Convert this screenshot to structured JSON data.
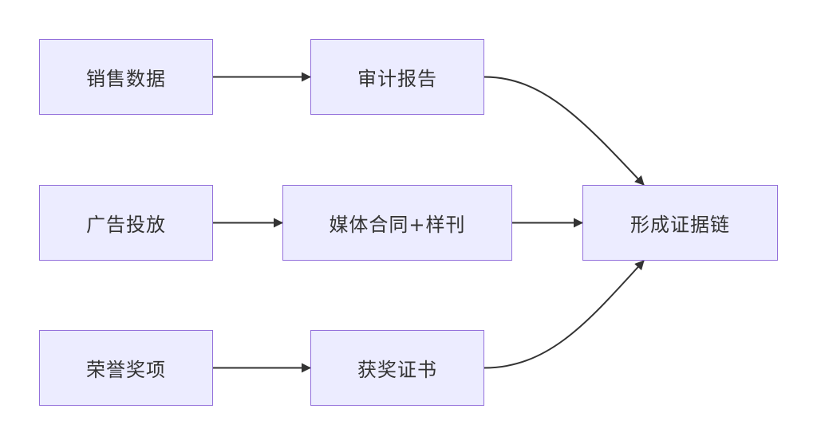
{
  "diagram": {
    "nodes": {
      "sales_data": "销售数据",
      "audit_report": "审计报告",
      "ad_placement": "广告投放",
      "media_contract": "媒体合同+样刊",
      "evidence_chain": "形成证据链",
      "honor_awards": "荣誉奖项",
      "award_certificate": "获奖证书"
    },
    "edges": [
      {
        "from": "sales_data",
        "to": "audit_report"
      },
      {
        "from": "audit_report",
        "to": "evidence_chain"
      },
      {
        "from": "ad_placement",
        "to": "media_contract"
      },
      {
        "from": "media_contract",
        "to": "evidence_chain"
      },
      {
        "from": "honor_awards",
        "to": "award_certificate"
      },
      {
        "from": "award_certificate",
        "to": "evidence_chain"
      }
    ],
    "colors": {
      "node_fill": "#ECECFF",
      "node_border": "#9370DB",
      "edge": "#333333",
      "text": "#333333"
    }
  }
}
